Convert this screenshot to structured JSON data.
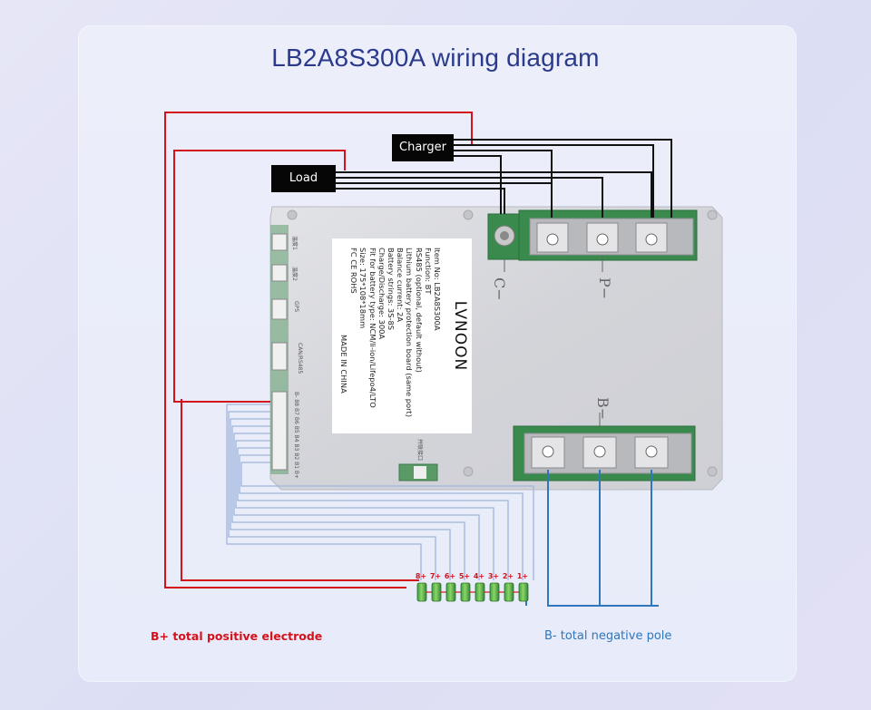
{
  "title": "LB2A8S300A wiring diagram",
  "tags": {
    "load": "Load",
    "charger": "Charger"
  },
  "board_labels": {
    "c_minus": "C−",
    "p_minus": "P−",
    "b_minus": "B−"
  },
  "spec": {
    "brand": "LVNOON",
    "lines": [
      "Item No: LB2A8S300A",
      "Function: BT",
      "RS485 (optional, default without)",
      "Lithium battery protection board (same port)",
      "Balance current: 2A",
      "Battery strings: 3S-8S",
      "Charge/Discharge: 300A",
      "Fit for battery type: NCM/li-ion/Lifepo4/LTO",
      "Size: 175*108*18mm",
      "FC CE ROHS"
    ],
    "made_in": "MADE IN CHINA"
  },
  "connector_labels": {
    "temp1": "温度1",
    "temp2": "温度2",
    "gps": "GPS",
    "can_rs485": "CAN/RS485",
    "parallel": "并联接口",
    "balance": "B- B8 B7 B6 B5 B4 B3 B2 B1 B+"
  },
  "cells": [
    "8+",
    "7+",
    "6+",
    "5+",
    "4+",
    "3+",
    "2+",
    "1+"
  ],
  "captions": {
    "b_plus": "B+ total positive electrode",
    "b_minus": "B- total negative pole"
  },
  "colors": {
    "positive_wire": "#d3121c",
    "negative_wire": "#2e77bd",
    "signal_wire": "#111111",
    "balance_wire": "#9fb6dc",
    "board": "#d6d7dc",
    "pcb_green": "#3a8a4e",
    "title": "#2b3a8c"
  }
}
